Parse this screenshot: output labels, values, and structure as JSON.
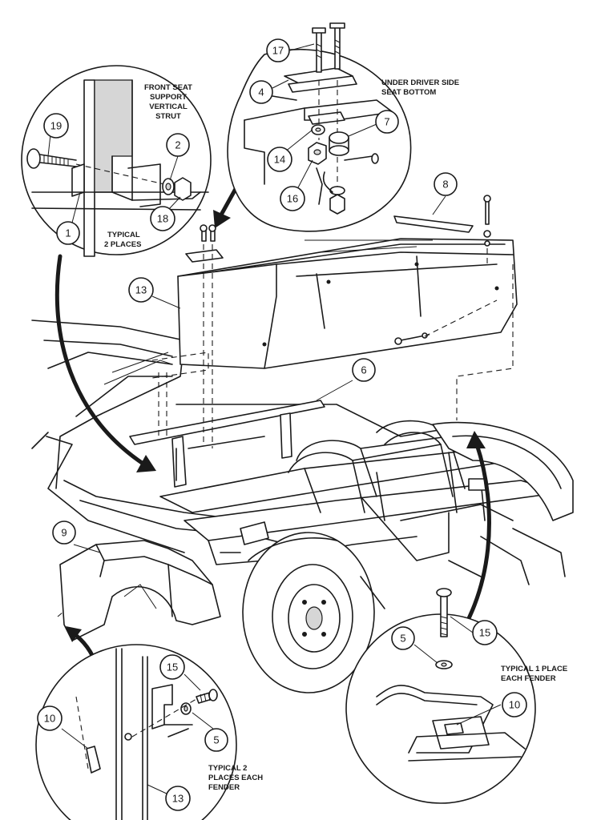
{
  "callouts": [
    "17",
    "4",
    "19",
    "2",
    "7",
    "14",
    "18",
    "1",
    "16",
    "8",
    "13",
    "6",
    "9",
    "5",
    "15",
    "10",
    "15",
    "5",
    "10",
    "13"
  ],
  "notes": {
    "front_seat": [
      "FRONT SEAT",
      "SUPPORT",
      "VERTICAL",
      "STRUT"
    ],
    "under_driver": [
      "UNDER DRIVER SIDE",
      "SEAT BOTTOM"
    ],
    "typical_2_places": [
      "TYPICAL",
      "2 PLACES"
    ],
    "typical_1_place": [
      "TYPICAL 1 PLACE",
      "EACH FENDER"
    ],
    "typical_2_places_each_fender": [
      "TYPICAL 2",
      "PLACES EACH",
      "FENDER"
    ]
  }
}
